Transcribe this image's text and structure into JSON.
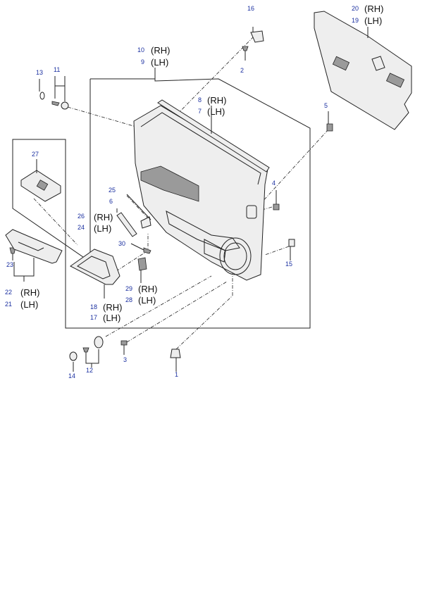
{
  "callouts": [
    {
      "id": "c1",
      "num": "1"
    },
    {
      "id": "c2",
      "num": "2"
    },
    {
      "id": "c3",
      "num": "3"
    },
    {
      "id": "c4",
      "num": "4"
    },
    {
      "id": "c5",
      "num": "5"
    },
    {
      "id": "c6",
      "num": "6"
    },
    {
      "id": "c11",
      "num": "11"
    },
    {
      "id": "c12",
      "num": "12"
    },
    {
      "id": "c13",
      "num": "13"
    },
    {
      "id": "c14",
      "num": "14"
    },
    {
      "id": "c15",
      "num": "15"
    },
    {
      "id": "c16",
      "num": "16"
    },
    {
      "id": "c23",
      "num": "23"
    },
    {
      "id": "c25",
      "num": "25"
    },
    {
      "id": "c27",
      "num": "27"
    },
    {
      "id": "c30",
      "num": "30"
    }
  ],
  "pairs": [
    {
      "id": "p20-19",
      "rh_num": "20",
      "lh_num": "19",
      "rh": "(RH)",
      "lh": "(LH)"
    },
    {
      "id": "p10-9",
      "rh_num": "10",
      "lh_num": "9",
      "rh": "(RH)",
      "lh": "(LH)"
    },
    {
      "id": "p8-7",
      "rh_num": "8",
      "lh_num": "7",
      "rh": "(RH)",
      "lh": "(LH)"
    },
    {
      "id": "p26-24",
      "rh_num": "26",
      "lh_num": "24",
      "rh": "(RH)",
      "lh": "(LH)"
    },
    {
      "id": "p22-21",
      "rh_num": "22",
      "lh_num": "21",
      "rh": "(RH)",
      "lh": "(LH)"
    },
    {
      "id": "p29-28",
      "rh_num": "29",
      "lh_num": "28",
      "rh": "(RH)",
      "lh": "(LH)"
    },
    {
      "id": "p18-17",
      "rh_num": "18",
      "lh_num": "17",
      "rh": "(RH)",
      "lh": "(LH)"
    }
  ]
}
